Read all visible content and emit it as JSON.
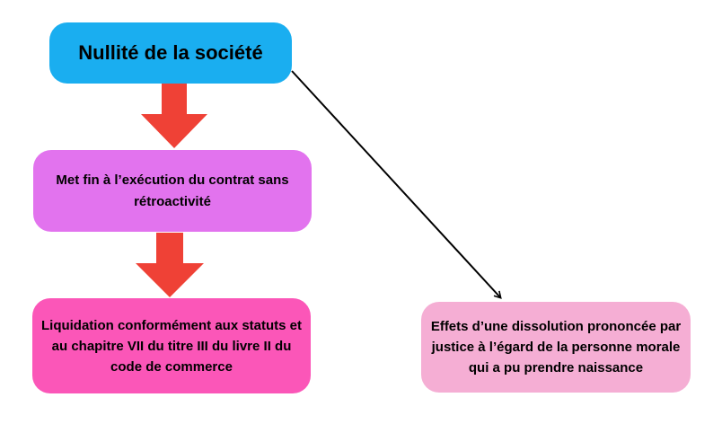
{
  "colors": {
    "top_box": "#1aaef0",
    "mid_box": "#e273ee",
    "bottom_box": "#fb56b8",
    "right_box": "#f5aed4",
    "arrow": "#ef4136",
    "connector_line": "#000000"
  },
  "nodes": {
    "top": {
      "label": "Nullité de la société"
    },
    "middle": {
      "label": "Met fin à l’exécution du contrat sans rétroactivité"
    },
    "bottom": {
      "label": "Liquidation conformément aux statuts et au chapitre VII du titre III du livre II du code de commerce"
    },
    "right": {
      "label": "Effets d’une dissolution prononcée par justice à l’égard de la personne morale qui a pu prendre naissance"
    }
  },
  "edges": [
    {
      "from": "top",
      "to": "middle",
      "style": "block-arrow"
    },
    {
      "from": "middle",
      "to": "bottom",
      "style": "block-arrow"
    },
    {
      "from": "top",
      "to": "right",
      "style": "line-arrow"
    }
  ]
}
